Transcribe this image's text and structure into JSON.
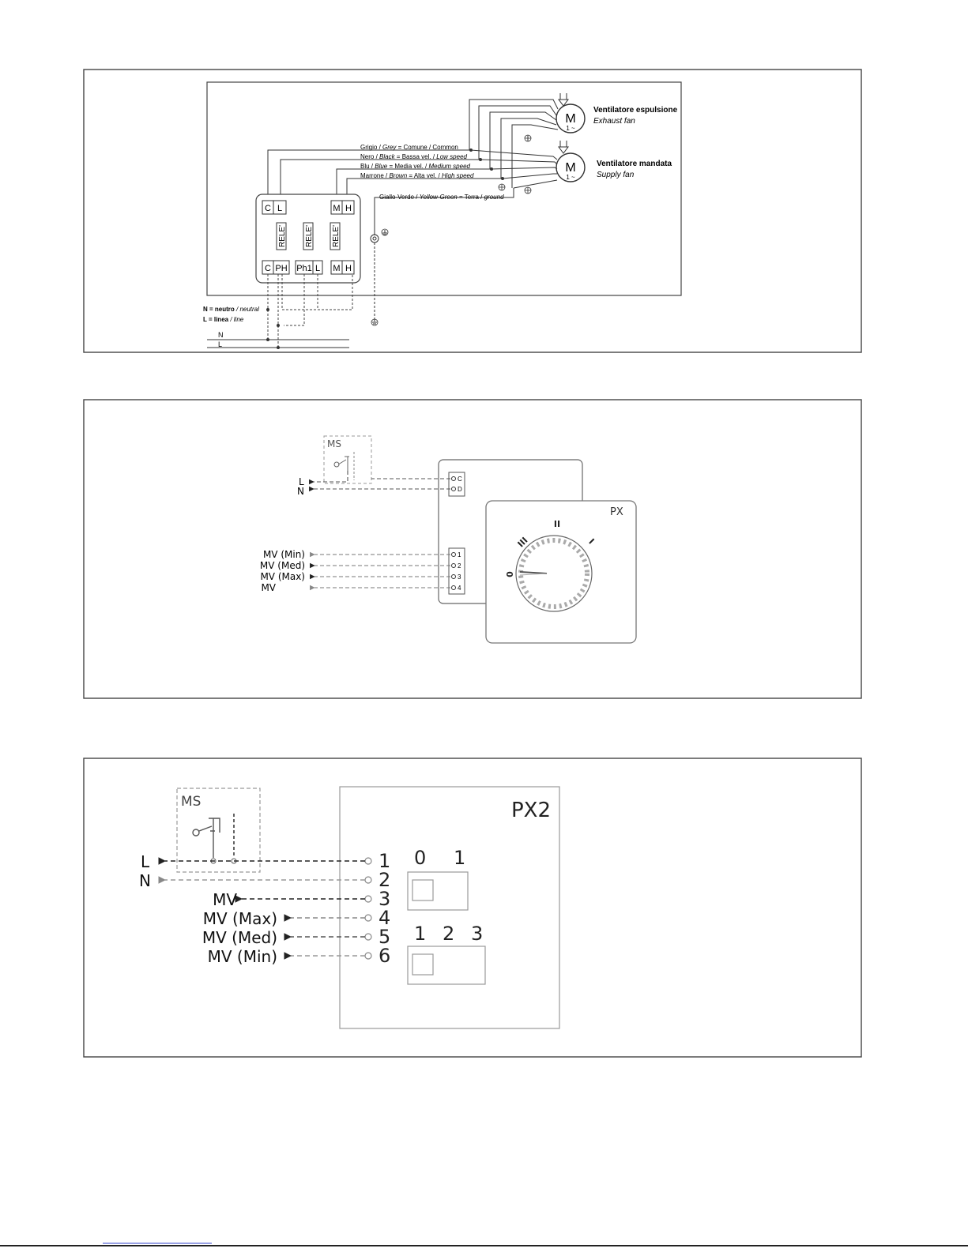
{
  "diagram1": {
    "exhaust_fan": {
      "title": "Ventilatore espulsione",
      "subtitle": "Exhaust fan",
      "motor_letter": "M",
      "motor_phase": "1 ~"
    },
    "supply_fan": {
      "title": "Ventilatore mandata",
      "subtitle": "Supply fan",
      "motor_letter": "M",
      "motor_phase": "1 ~"
    },
    "wires": {
      "grey": {
        "plain": "Grigio / ",
        "italic": "Grey",
        "plain2": " = Comune / Common"
      },
      "black": {
        "plain": "Nero / ",
        "italic": "Black",
        "plain2": " = Bassa vel. / ",
        "italic2": "Low speed"
      },
      "blue": {
        "plain": "Blu / ",
        "italic": "Blue",
        "plain2": " = Media vel. / ",
        "italic2": "Medium speed"
      },
      "brown": {
        "plain": "Marrone / ",
        "italic": "Brown",
        "plain2": " = Alta vel. / ",
        "italic2": "High speed"
      },
      "green": {
        "plain": "Giallo-Verde / ",
        "italic": "Yellow-Green",
        "plain2": " = Terra / ",
        "italic2": "ground"
      }
    },
    "terminals_top": [
      "C",
      "L",
      "M",
      "H"
    ],
    "terminals_bottom": [
      "C",
      "PH",
      "Ph1",
      "L",
      "M",
      "H"
    ],
    "relays": [
      "RELE'",
      "RELE'",
      "RELE'"
    ],
    "legend": {
      "n_bold": "N = neutro",
      "n_italic": " / neutral",
      "l_bold": "L = linea",
      "l_italic": " / line"
    },
    "mains": [
      "N",
      "L"
    ]
  },
  "diagram2": {
    "switch_label": "MS",
    "device_label": "PX",
    "power": [
      "L",
      "N"
    ],
    "power_terminals": [
      "C",
      "D"
    ],
    "outputs": [
      "MV (Min)",
      "MV (Med)",
      "MV (Max)",
      "MV"
    ],
    "output_terminals": [
      "1",
      "2",
      "3",
      "4"
    ],
    "dial_marks": [
      "0",
      "III",
      "II",
      "I"
    ]
  },
  "diagram3": {
    "switch_label": "MS",
    "device_label": "PX2",
    "lines": [
      "L",
      "N",
      "MV",
      "MV (Max)",
      "MV (Med)",
      "MV (Min)"
    ],
    "terminals": [
      "1",
      "2",
      "3",
      "4",
      "5",
      "6"
    ],
    "switch1_labels": [
      "0",
      "1"
    ],
    "switch2_labels": [
      "1",
      "2",
      "3"
    ]
  }
}
